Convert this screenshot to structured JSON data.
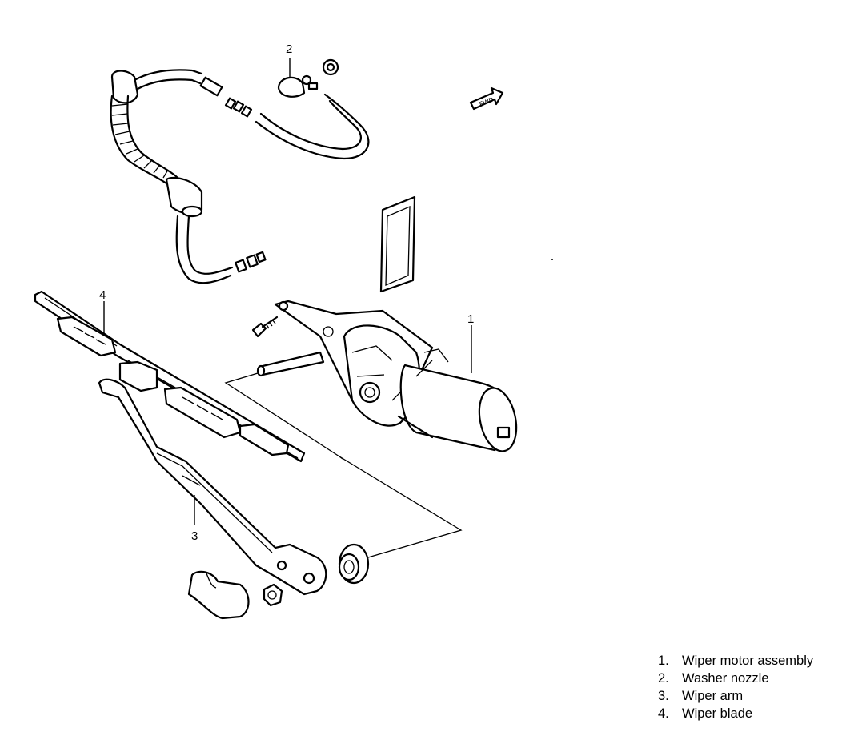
{
  "callouts": [
    {
      "id": "1",
      "text": "1"
    },
    {
      "id": "2",
      "text": "2"
    },
    {
      "id": "3",
      "text": "3"
    },
    {
      "id": "4",
      "text": "4"
    }
  ],
  "fwd_label": "FWD",
  "legend": [
    {
      "num": "1.",
      "label": "Wiper motor assembly"
    },
    {
      "num": "2.",
      "label": "Washer nozzle"
    },
    {
      "num": "3.",
      "label": "Wiper arm"
    },
    {
      "num": "4.",
      "label": "Wiper blade"
    }
  ]
}
